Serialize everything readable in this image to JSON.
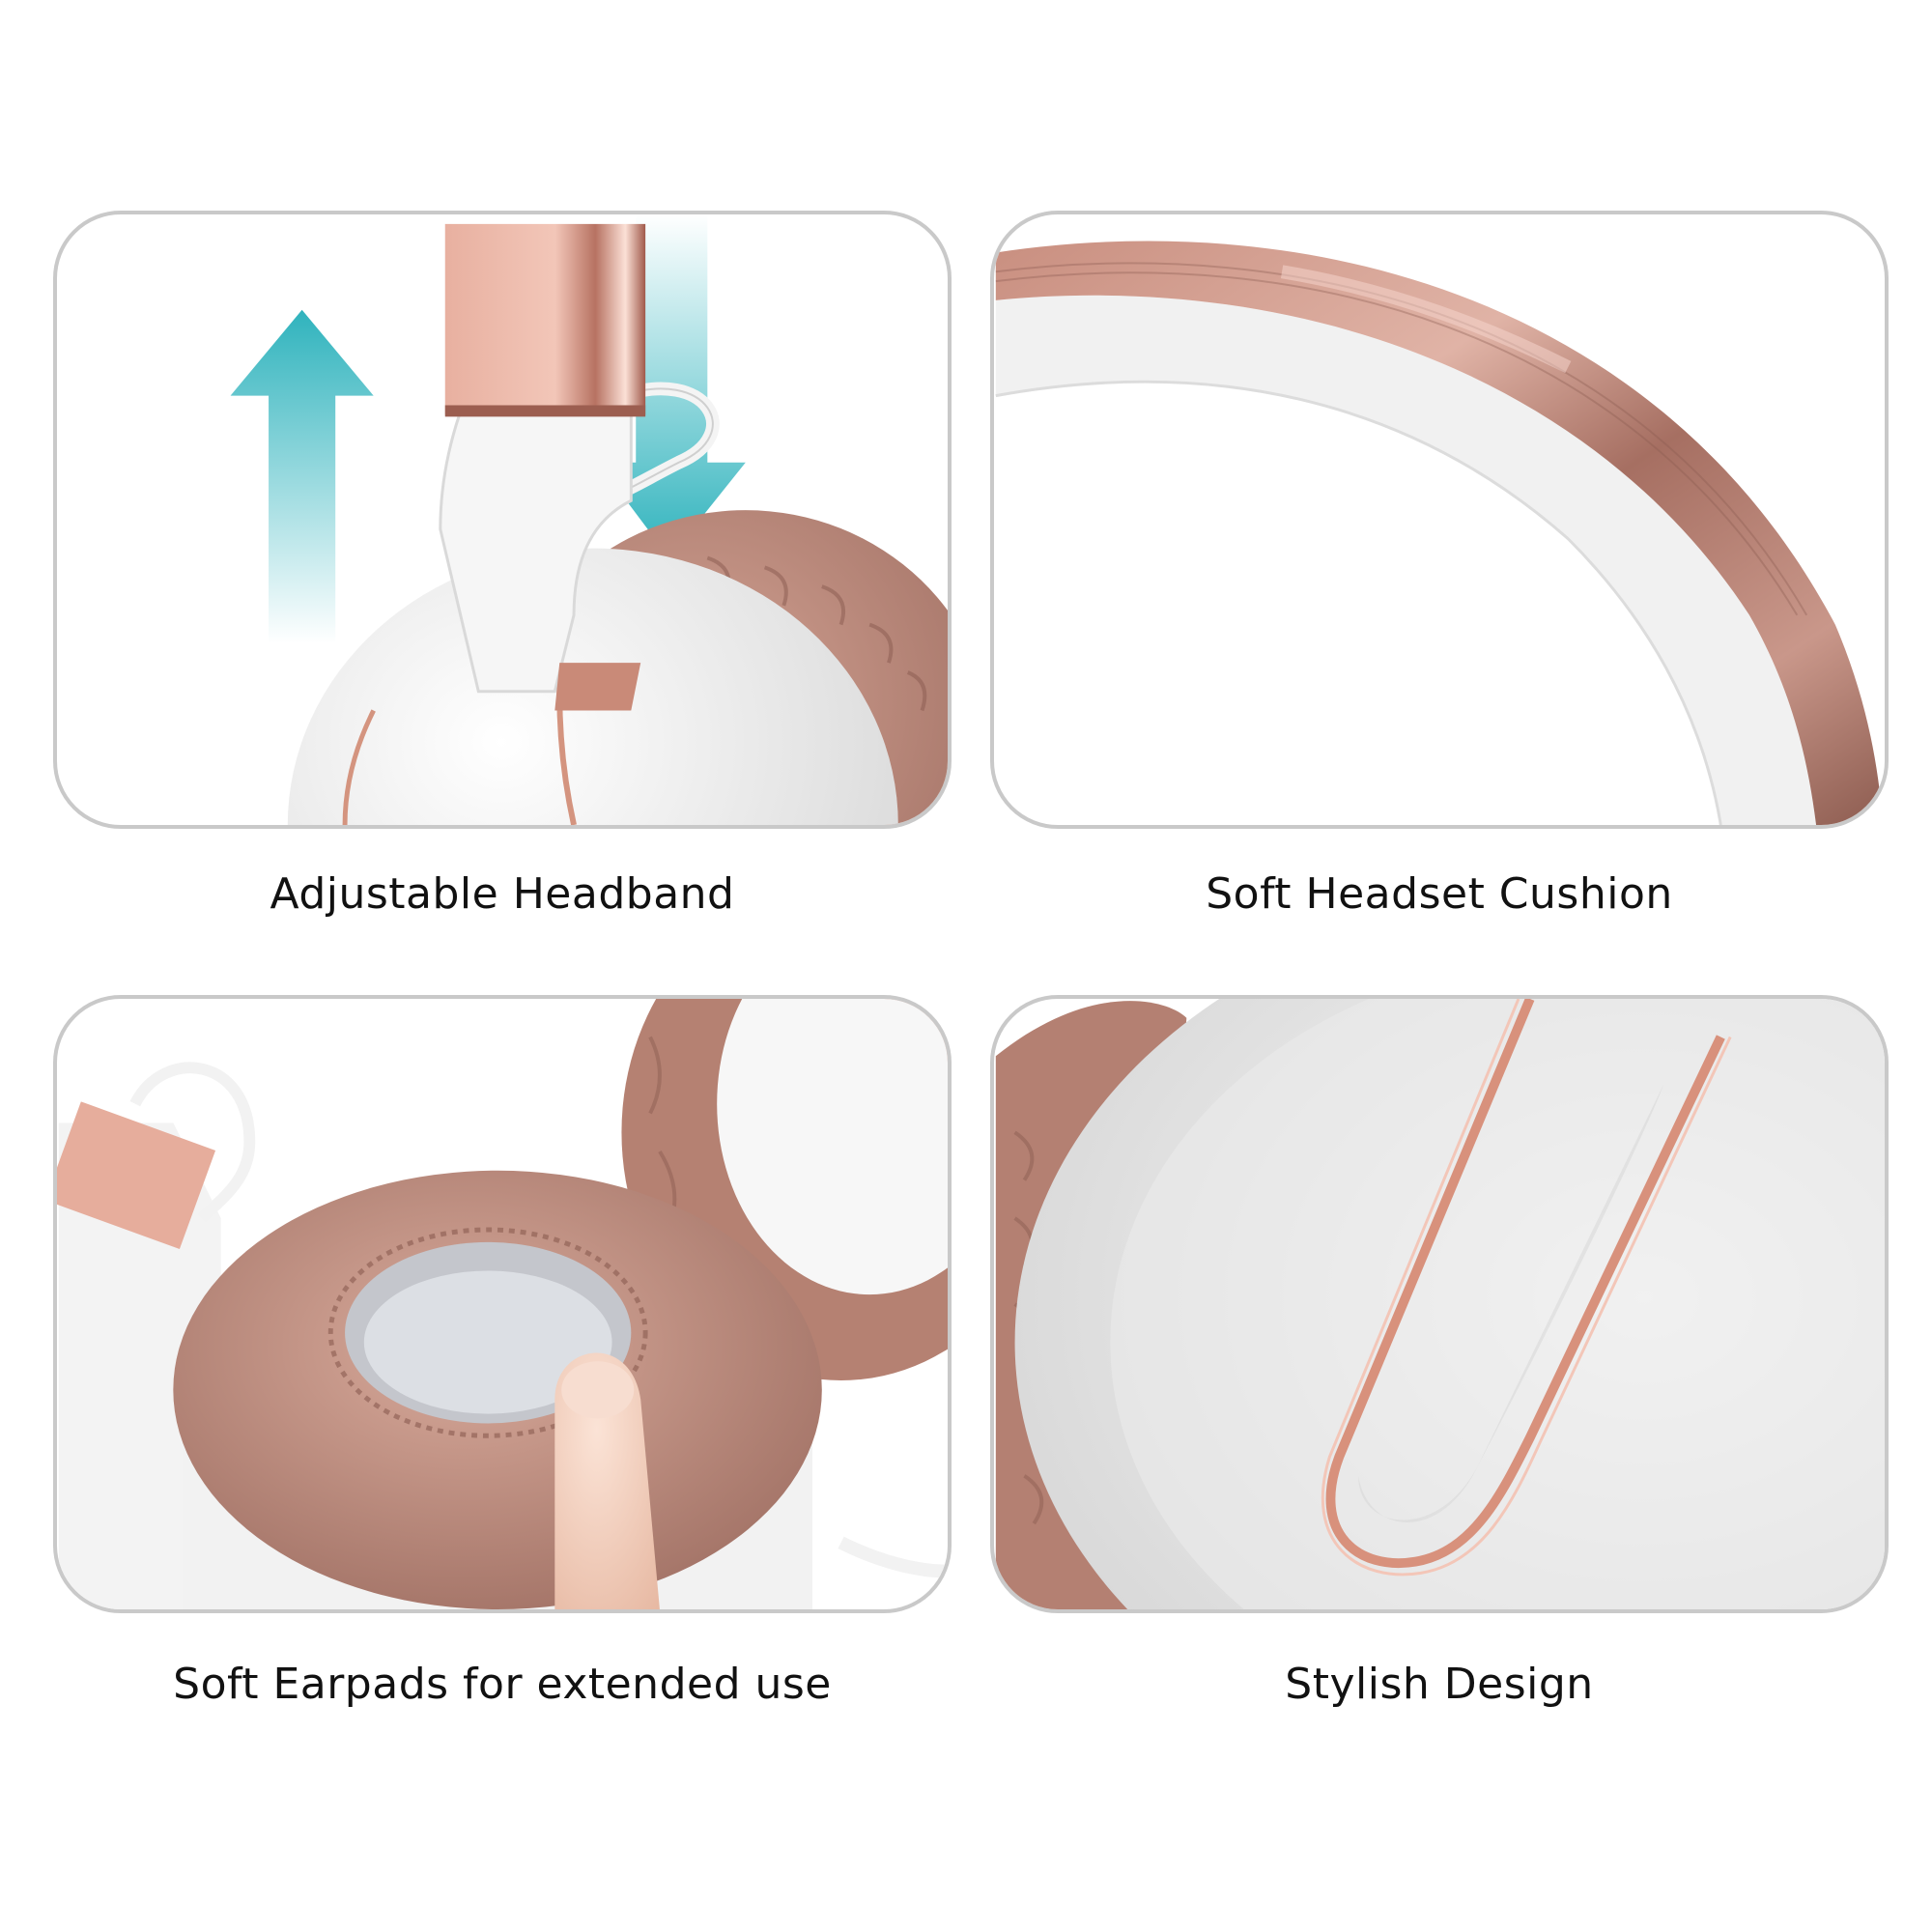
{
  "panels": [
    {
      "caption": "Adjustable Headband"
    },
    {
      "caption": "Soft Headset Cushion"
    },
    {
      "caption": "Soft Earpads for extended use"
    },
    {
      "caption": "Stylish Design"
    }
  ],
  "colors": {
    "rose_gold": "#b9867a",
    "rose_gold_light": "#e9b6a8",
    "arrow_teal": "#2fb3bd",
    "panel_border": "#c9c9c9",
    "shell_white": "#f2f2f2",
    "shell_shadow": "#d9d9d9"
  }
}
